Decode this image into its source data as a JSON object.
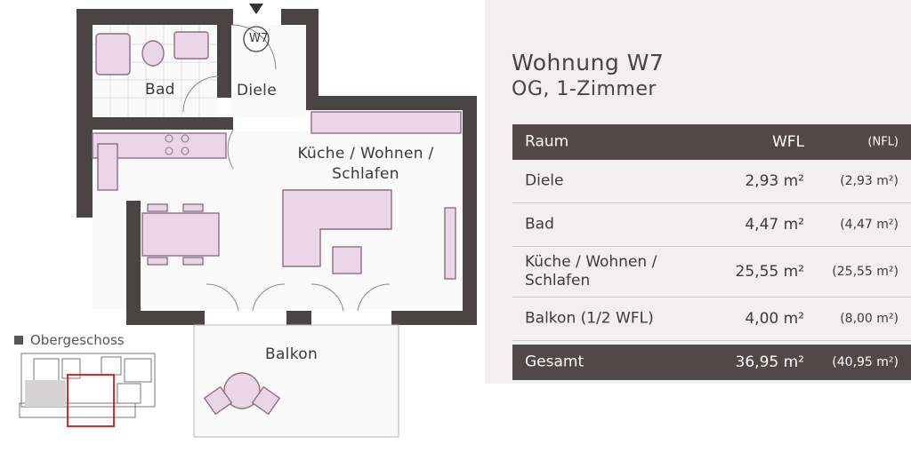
{
  "plan": {
    "unit_badge": "W7",
    "rooms": {
      "bad": "Bad",
      "diele": "Diele",
      "kueche_line1": "Küche / Wohnen /",
      "kueche_line2": "Schlafen",
      "balkon": "Balkon"
    }
  },
  "legend": {
    "title": "Obergeschoss",
    "highlight_color": "#d42a2a"
  },
  "info": {
    "title": "Wohnung W7",
    "subtitle": "OG, 1-Zimmer",
    "table": {
      "header": {
        "raum": "Raum",
        "wfl": "WFL",
        "nfl": "(NFL)"
      },
      "rows": [
        {
          "raum": "Diele",
          "wfl": "2,93 m²",
          "nfl": "(2,93 m²)"
        },
        {
          "raum": "Bad",
          "wfl": "4,47 m²",
          "nfl": "(4,47 m²)"
        },
        {
          "raum_line1": "Küche / Wohnen /",
          "raum_line2": "Schlafen",
          "wfl": "25,55 m²",
          "nfl": "(25,55 m²)"
        },
        {
          "raum": "Balkon (1/2 WFL)",
          "wfl": "4,00 m²",
          "nfl": "(8,00 m²)"
        }
      ],
      "total": {
        "raum": "Gesamt",
        "wfl": "36,95 m²",
        "nfl": "(40,95 m²)"
      }
    }
  },
  "colors": {
    "header_bg": "#524849",
    "panel_bg": "#f1efef",
    "wall": "#4a4444",
    "furniture_fill": "#ead6e6",
    "furniture_stroke": "#8b6f86"
  }
}
